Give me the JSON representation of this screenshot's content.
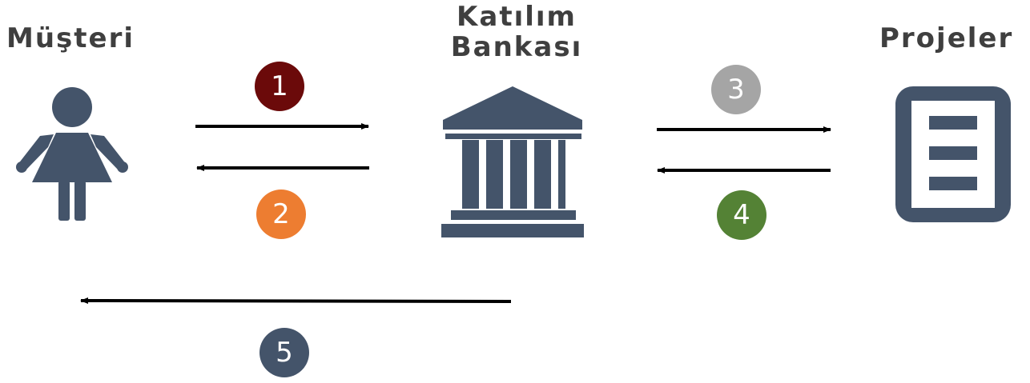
{
  "nodes": {
    "customer": {
      "label": "Müşteri",
      "icon": "woman-icon"
    },
    "bank": {
      "label_line1": "Katılım",
      "label_line2": "Bankası",
      "icon": "bank-building-icon"
    },
    "projects": {
      "label": "Projeler",
      "icon": "document-icon"
    }
  },
  "steps": [
    {
      "number": "1",
      "color": "#6b0a0a"
    },
    {
      "number": "2",
      "color": "#ed7d31"
    },
    {
      "number": "3",
      "color": "#a5a5a5"
    },
    {
      "number": "4",
      "color": "#548235"
    },
    {
      "number": "5",
      "color": "#44546a"
    }
  ],
  "colors": {
    "icon": "#44546a",
    "arrow": "#000000",
    "label": "#3f3f3f"
  }
}
